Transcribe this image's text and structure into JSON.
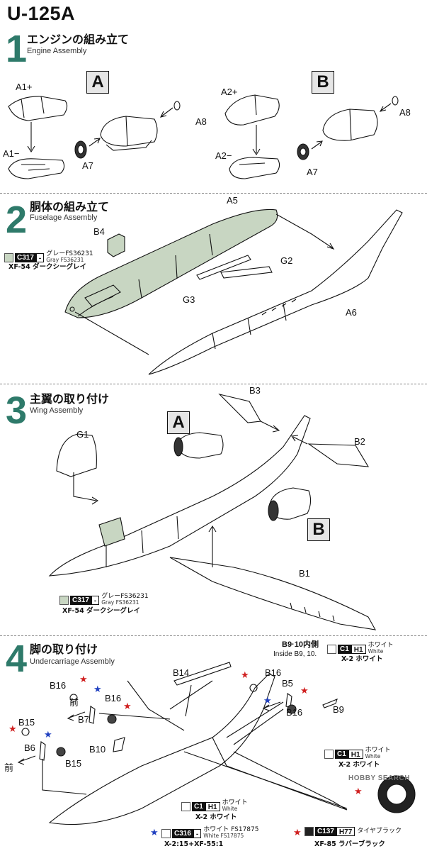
{
  "title": "U-125A",
  "steps": [
    {
      "number": "1",
      "title_jp": "エンジンの組み立て",
      "title_en": "Engine Assembly"
    },
    {
      "number": "2",
      "title_jp": "胴体の組み立て",
      "title_en": "Fuselage Assembly"
    },
    {
      "number": "3",
      "title_jp": "主翼の取り付け",
      "title_en": "Wing Assembly"
    },
    {
      "number": "4",
      "title_jp": "脚の取り付け",
      "title_en": "Undercarriage Assembly"
    }
  ],
  "assembly_labels": {
    "a": "A",
    "b": "B"
  },
  "parts": {
    "a1p": "A1+",
    "a1m": "A1−",
    "a7a": "A7",
    "a8a": "A8",
    "a2p": "A2+",
    "a2m": "A2−",
    "a7b": "A7",
    "a8b": "A8",
    "a5": "A5",
    "b4": "B4",
    "g2": "G2",
    "g3": "G3",
    "a6": "A6",
    "g1": "G1",
    "b3": "B3",
    "b2": "B2",
    "b1": "B1",
    "b14": "B14",
    "b16a": "B16",
    "b16b": "B16",
    "b16c": "B16",
    "b16d": "B16",
    "b7": "B7",
    "b5": "B5",
    "b9": "B9",
    "b15a": "B15",
    "b15b": "B15",
    "b6": "B6",
    "b10": "B10",
    "h1": "H1"
  },
  "direction": {
    "forward_a": "前",
    "forward_b": "前"
  },
  "paints": {
    "c317": {
      "code": "C317",
      "dash": "-",
      "name_jp": "グレーFS36231",
      "name_en": "Gray FS36231",
      "alt": "XF-54 ダークシーグレイ",
      "color": "#c8d6c2"
    },
    "c1": {
      "code": "C1",
      "h": "H1",
      "name_jp": "ホワイト",
      "name_en": "White",
      "alt": "X-2 ホワイト"
    },
    "c316": {
      "code": "C316",
      "dash": "-",
      "name_jp": "ホワイト FS17875",
      "name_en": "White FS17875",
      "alt": "X-2:15+XF-55:1"
    },
    "c137": {
      "code": "C137",
      "h": "H77",
      "name_jp": "タイヤブラック",
      "alt": "XF-85 ラバーブラック"
    }
  },
  "b910_note": {
    "jp": "B9·10内側",
    "en": "Inside B9, 10."
  },
  "watermark": "HOBBY SEARCH",
  "accent_color": "#2e7a6a"
}
